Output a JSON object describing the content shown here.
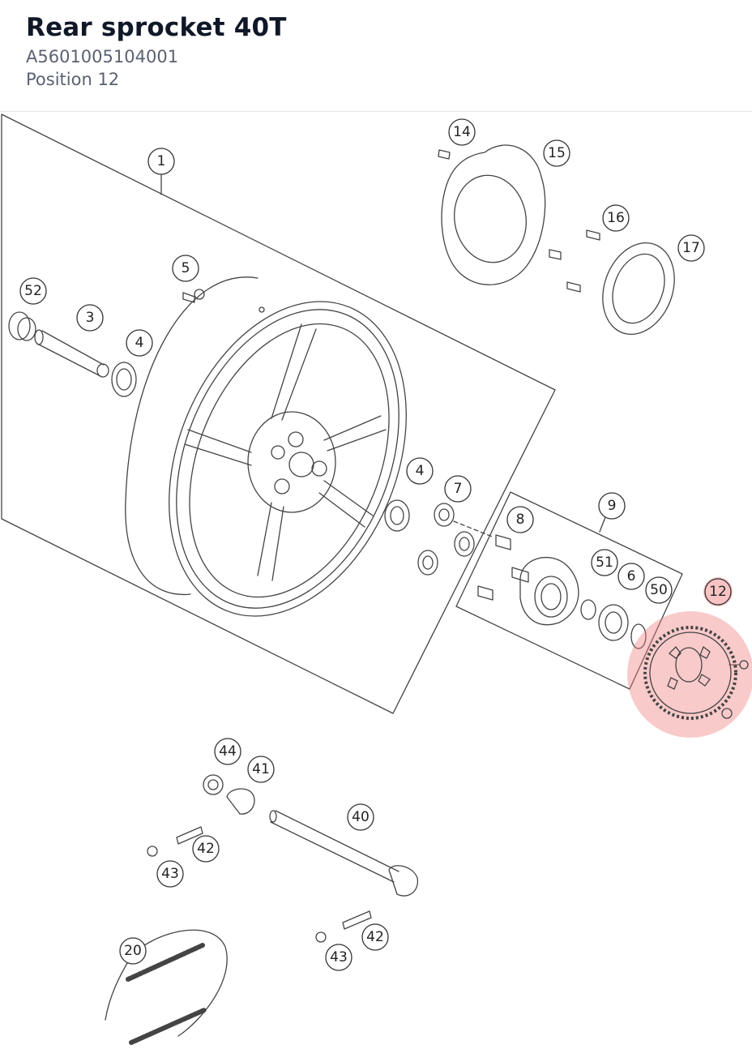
{
  "header": {
    "title": "Rear sprocket 40T",
    "part_number": "A5601005104001",
    "position": "Position 12"
  },
  "diagram": {
    "highlight_color": "#f07a7a",
    "callouts": {
      "c1": "1",
      "c3": "3",
      "c4a": "4",
      "c4b": "4",
      "c5": "5",
      "c6": "6",
      "c7": "7",
      "c8": "8",
      "c9": "9",
      "c12": "12",
      "c14": "14",
      "c15": "15",
      "c16": "16",
      "c17": "17",
      "c20": "20",
      "c40": "40",
      "c41": "41",
      "c42a": "42",
      "c42b": "42",
      "c43a": "43",
      "c43b": "43",
      "c44": "44",
      "c50": "50",
      "c51": "51",
      "c52": "52"
    }
  }
}
